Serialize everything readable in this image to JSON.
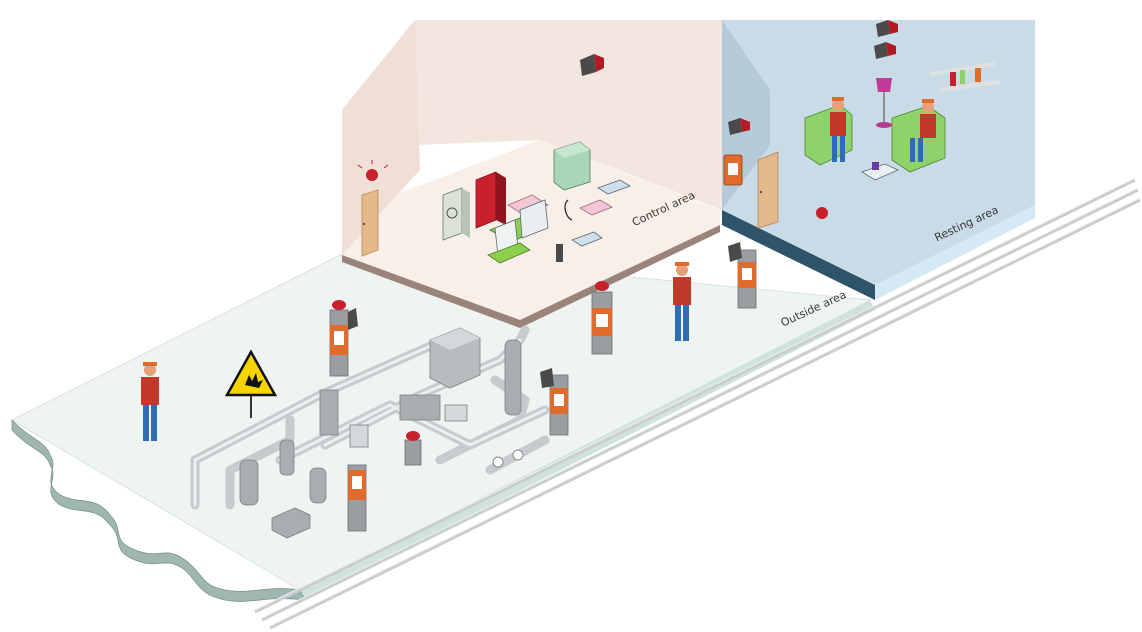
{
  "labels": {
    "control_area": "Control area",
    "resting_area": "Resting area",
    "outside_area": "Outside area"
  },
  "colors": {
    "floor": "#eef4f1",
    "floor_edge": "#cfe3db",
    "control_wall": "#f3e6df",
    "control_floor": "#f9efe9",
    "rest_wall": "#bfd3df",
    "rest_floor": "#dcebf4",
    "door": "#e6b98a",
    "alarm_red": "#c8202c",
    "beacon_orange": "#e06b2a",
    "pipe": "#d7dadc",
    "warning_yellow": "#f5d400",
    "worker_shirt": "#c0392b",
    "worker_pants": "#2e6db4",
    "sofa": "#8fd16a",
    "lamp": "#b43a8e"
  },
  "icons": [
    "explosion-warning-sign-icon",
    "siren-beacon-icon",
    "loudspeaker-horn-icon",
    "worker-figure-icon",
    "alarm-call-point-icon",
    "computer-workstation-icon",
    "server-cabinet-icon",
    "telephone-icon",
    "sofa-icon",
    "floor-lamp-icon",
    "door-icon",
    "pipeline-icon"
  ]
}
